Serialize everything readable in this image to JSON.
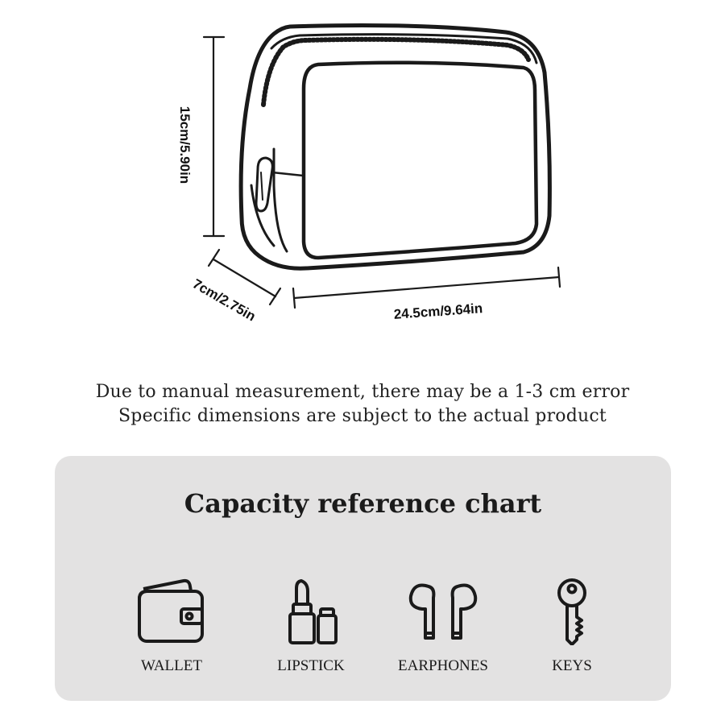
{
  "dimensions": {
    "height": "15cm/5.90in",
    "depth": "7cm/2.75in",
    "width": "24.5cm/9.64in"
  },
  "notes": [
    "Due to manual measurement, there may be a 1-3 cm error",
    "Specific dimensions are subject to the actual product"
  ],
  "capacity": {
    "title": "Capacity reference chart",
    "items": [
      {
        "label": "WALLET",
        "icon": "wallet-icon"
      },
      {
        "label": "LIPSTICK",
        "icon": "lipstick-icon"
      },
      {
        "label": "EARPHONES",
        "icon": "earphones-icon"
      },
      {
        "label": "KEYS",
        "icon": "key-icon"
      }
    ]
  }
}
